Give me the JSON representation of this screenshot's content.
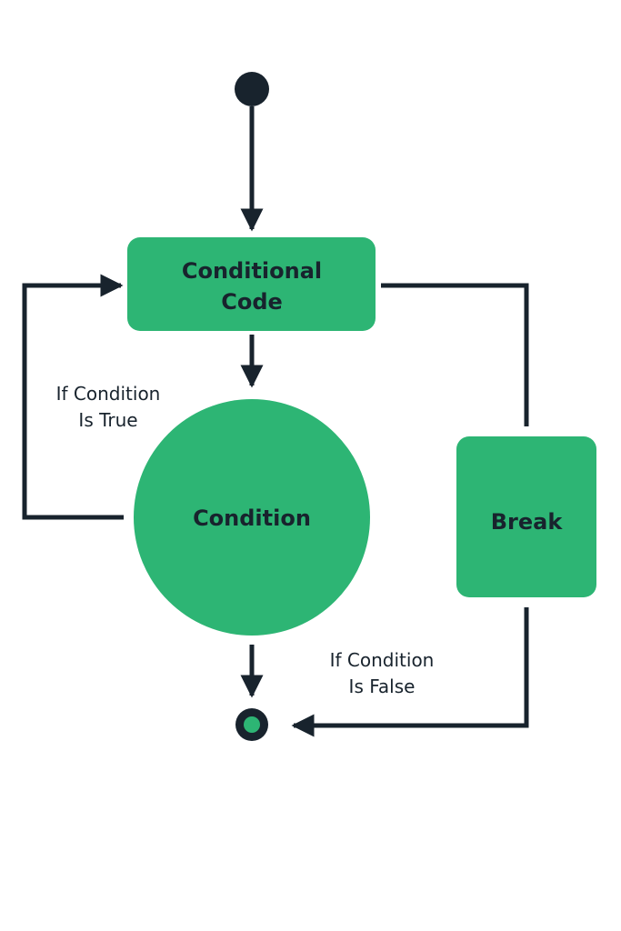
{
  "colors": {
    "node_fill": "#2db574",
    "line": "#18232d",
    "text": "#18232d",
    "background": "#ffffff"
  },
  "nodes": {
    "start": {
      "shape": "filled-circle"
    },
    "conditional_code": {
      "label_line1": "Conditional",
      "label_line2": "Code"
    },
    "condition": {
      "label": "Condition"
    },
    "break": {
      "label": "Break"
    },
    "end": {
      "shape": "ringed-circle"
    }
  },
  "edges": {
    "if_true": {
      "label_line1": "If Condition",
      "label_line2": "Is True"
    },
    "if_false": {
      "label_line1": "If Condition",
      "label_line2": "Is False"
    }
  }
}
